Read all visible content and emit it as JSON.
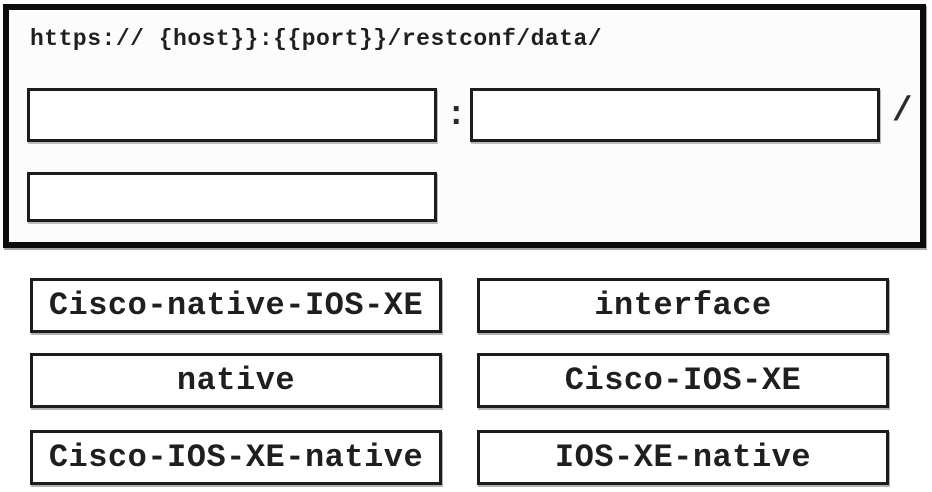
{
  "panel": {
    "url_template": "https:// {host}}:{{port}}/restconf/data/",
    "colon_separator": ":",
    "slash_separator": "/"
  },
  "drop_zones": [
    {
      "id": "blank-1",
      "value": ""
    },
    {
      "id": "blank-2",
      "value": ""
    },
    {
      "id": "blank-3",
      "value": ""
    }
  ],
  "options": [
    {
      "label": "Cisco-native-IOS-XE"
    },
    {
      "label": "interface"
    },
    {
      "label": "native"
    },
    {
      "label": "Cisco-IOS-XE"
    },
    {
      "label": "Cisco-IOS-XE-native"
    },
    {
      "label": "IOS-XE-native"
    }
  ],
  "colors": {
    "panel_border": "#0d0d0d",
    "box_border": "#1c1c1c",
    "text": "#1f1f1f",
    "background": "#ffffff"
  }
}
